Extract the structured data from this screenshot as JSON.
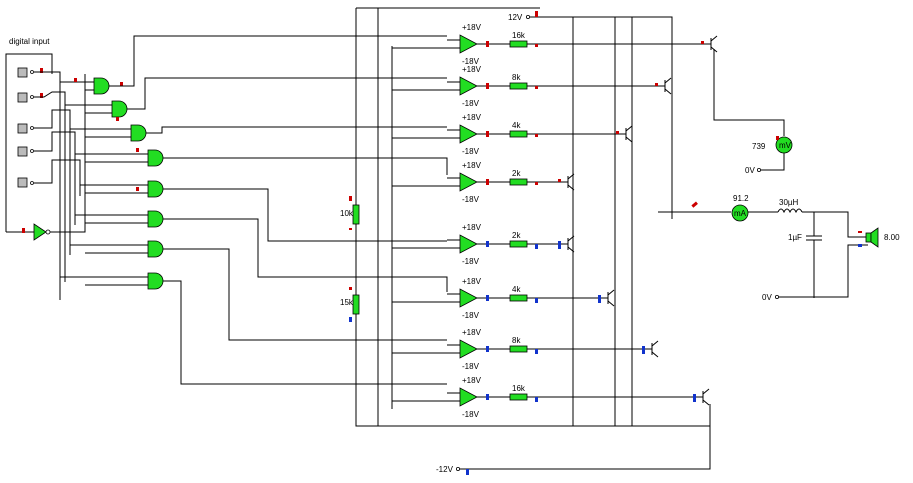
{
  "title": "digital input",
  "supplies": {
    "pos": "12V",
    "neg": "-12V",
    "ground": "0V"
  },
  "rails": {
    "plus": "+18V",
    "minus": "-18V"
  },
  "ladder": {
    "top_resistor": "10k",
    "bottom_resistor": "15k"
  },
  "stages": [
    {
      "resistor": "16k"
    },
    {
      "resistor": "8k"
    },
    {
      "resistor": "4k"
    },
    {
      "resistor": "2k"
    },
    {
      "resistor": "2k"
    },
    {
      "resistor": "4k"
    },
    {
      "resistor": "8k"
    },
    {
      "resistor": "16k"
    }
  ],
  "meters": {
    "voltmeter": {
      "value": "739",
      "unit": "mV"
    },
    "ammeter": {
      "value": "91.2",
      "unit": "mA"
    }
  },
  "output": {
    "inductor": "30µH",
    "capacitor": "1µF",
    "ground": "0V",
    "speaker": "8.00"
  }
}
